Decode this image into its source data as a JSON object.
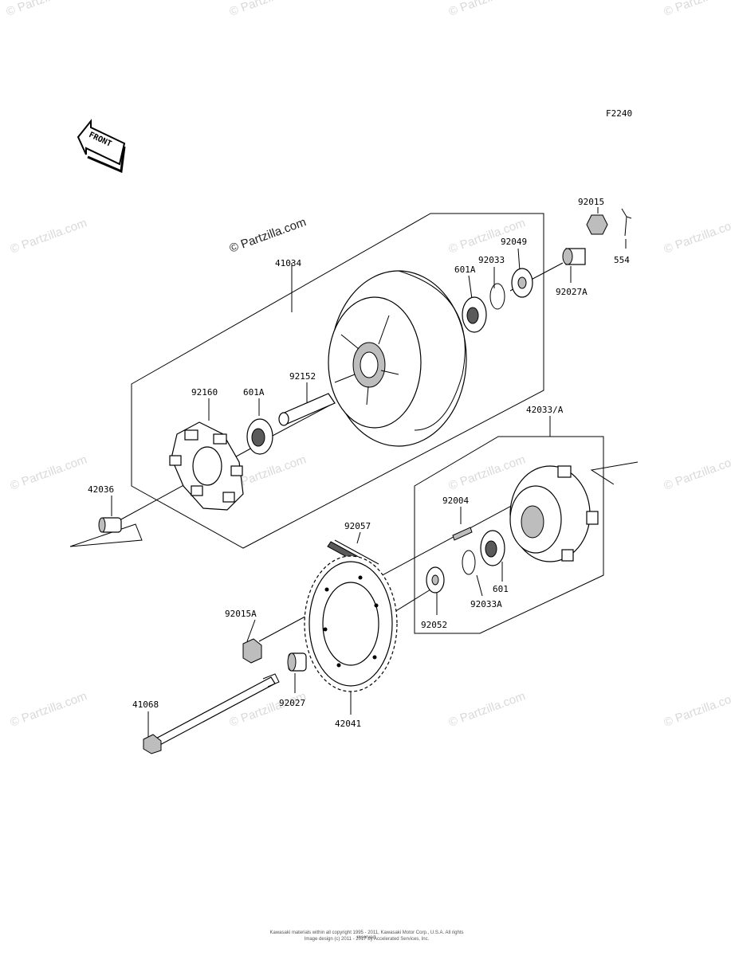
{
  "figure_code": "F2240",
  "front_arrow_label": "FRONT",
  "watermark_text": "© Partzilla.com",
  "labels": {
    "p41034": "41034",
    "p92015": "92015",
    "p554": "554",
    "p92049": "92049",
    "p92033": "92033",
    "p601A_top": "601A",
    "p92027A": "92027A",
    "p92152": "92152",
    "p92160": "92160",
    "p601A_left": "601A",
    "p42033A": "42033/A",
    "p42036": "42036",
    "p92004": "92004",
    "p92057": "92057",
    "p601": "601",
    "p92033A": "92033A",
    "p92052": "92052",
    "p92015A": "92015A",
    "p92027": "92027",
    "p42041": "42041",
    "p41068": "41068"
  },
  "footer": {
    "line1": "Kawasaki materials within all copyright 1995 - 2011, Kawasaki Motor Corp., U.S.A. All rights reserved.",
    "line2": "Image design (c) 2011 - 2017 by Accelerated Services, Inc."
  }
}
